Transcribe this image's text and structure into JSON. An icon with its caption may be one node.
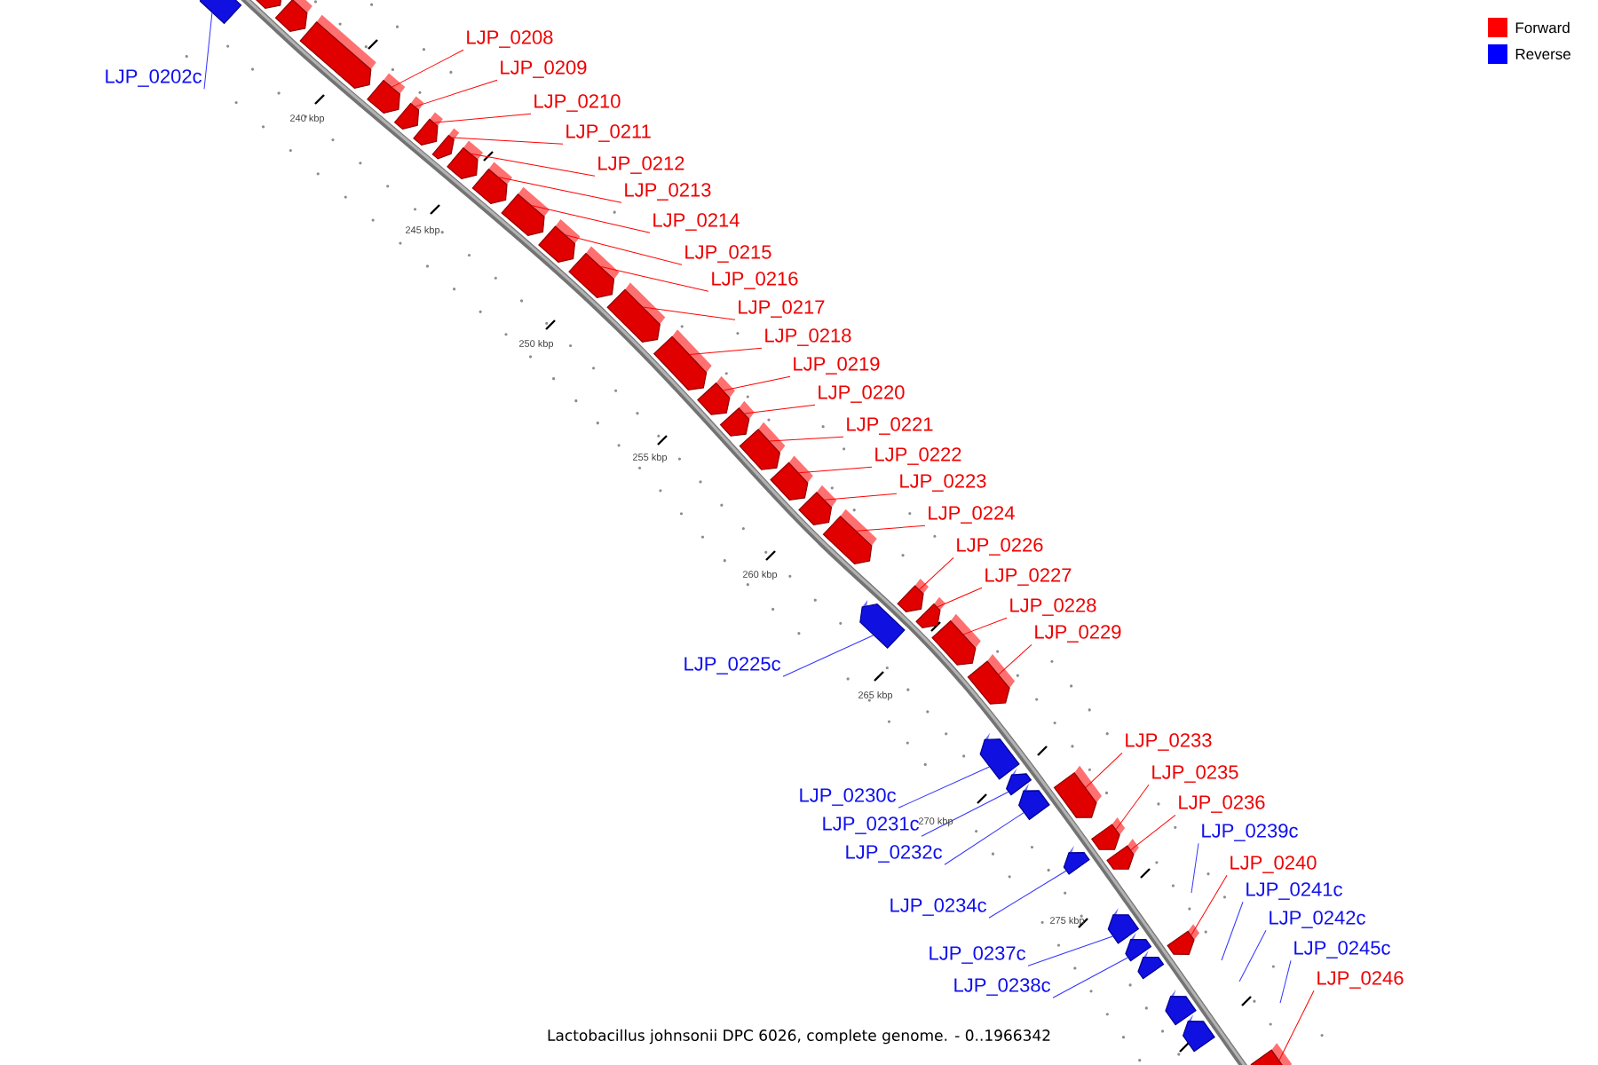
{
  "diagram": {
    "caption": "Lactobacillus johnsonii DPC 6026, complete genome. - 0..1966342",
    "nodes": [
      {
        "text": [
          "LJP_0208"
        ]
      },
      {
        "text": [
          "LJP_0209"
        ]
      },
      {
        "text": [
          "LJP_0202c"
        ]
      },
      {
        "text": [
          "LJP_0210"
        ]
      },
      {
        "text": [
          "LJP_0211"
        ]
      },
      {
        "text": [
          "LJP_0212"
        ]
      },
      {
        "text": [
          "LJP_0213"
        ]
      },
      {
        "text": [
          "LJP_0214"
        ]
      },
      {
        "text": [
          "LJP_0215"
        ]
      },
      {
        "text": [
          "LJP_0216"
        ]
      },
      {
        "text": [
          "LJP_0217"
        ]
      },
      {
        "text": [
          "LJP_0218"
        ]
      },
      {
        "text": [
          "LJP_0219"
        ]
      },
      {
        "text": [
          "LJP_0220"
        ]
      },
      {
        "text": [
          "LJP_0221"
        ]
      },
      {
        "text": [
          "LJP_0222"
        ]
      },
      {
        "text": [
          "LJP_0223"
        ]
      },
      {
        "text": [
          "LJP_0224"
        ]
      },
      {
        "text": [
          "LJP_0226"
        ]
      },
      {
        "text": [
          "LJP_0227"
        ]
      },
      {
        "text": [
          "LJP_0228"
        ]
      },
      {
        "text": [
          "LJP_0229"
        ]
      },
      {
        "text": [
          "LJP_0225c"
        ]
      },
      {
        "text": [
          "LJP_0233"
        ]
      },
      {
        "text": [
          "LJP_0235"
        ]
      },
      {
        "text": [
          "LJP_0230c"
        ]
      },
      {
        "text": [
          "LJP_0236"
        ]
      },
      {
        "text": [
          "LJP_0231c"
        ]
      },
      {
        "text": [
          "LJP_0239c"
        ]
      },
      {
        "text": [
          "LJP_0232c"
        ]
      },
      {
        "text": [
          "LJP_0240"
        ]
      },
      {
        "text": [
          "LJP_0241c"
        ]
      },
      {
        "text": [
          "LJP_0234c"
        ]
      },
      {
        "text": [
          "LJP_0242c"
        ]
      },
      {
        "text": [
          "LJP_0245c"
        ]
      },
      {
        "text": [
          "LJP_0237c"
        ]
      },
      {
        "text": [
          "LJP_0246"
        ]
      },
      {
        "text": [
          "LJP_0238c"
        ]
      },
      {
        "text": [],
        "shape": "box"
      },
      {
        "text": [],
        "shape": "box"
      },
      {
        "text": [],
        "shape": "box"
      },
      {
        "text": [],
        "shape": "box"
      },
      {
        "text": [],
        "shape": "box"
      },
      {
        "text": [],
        "shape": "box"
      },
      {
        "text": [],
        "shape": "box"
      },
      {
        "text": [],
        "shape": "box"
      },
      {
        "text": [],
        "shape": "box"
      },
      {
        "text": [],
        "shape": "box"
      },
      {
        "text": [],
        "shape": "box"
      },
      {
        "text": [],
        "shape": "box"
      },
      {
        "text": [],
        "shape": "box"
      },
      {
        "text": [],
        "shape": "box"
      },
      {
        "text": [],
        "shape": "box"
      },
      {
        "text": [],
        "shape": "box"
      },
      {
        "text": [],
        "shape": "box"
      },
      {
        "text": [],
        "shape": "box"
      },
      {
        "text": [],
        "shape": "box"
      },
      {
        "text": [],
        "shape": "box"
      },
      {
        "text": [],
        "shape": "box"
      },
      {
        "text": [],
        "shape": "box"
      },
      {
        "text": [],
        "shape": "box"
      },
      {
        "text": [],
        "shape": "box"
      },
      {
        "text": [],
        "shape": "box"
      },
      {
        "text": [],
        "shape": "box"
      },
      {
        "text": [],
        "shape": "box"
      },
      {
        "text": [],
        "shape": "box"
      },
      {
        "text": [],
        "shape": "box"
      },
      {
        "text": [],
        "shape": "box"
      },
      {
        "text": [],
        "shape": "box"
      },
      {
        "text": [],
        "shape": "box"
      },
      {
        "text": [],
        "shape": "box"
      },
      {
        "text": [],
        "shape": "box"
      },
      {
        "text": [],
        "shape": "box"
      },
      {
        "text": [],
        "shape": "box"
      },
      {
        "text": [],
        "shape": "box"
      },
      {
        "text": [],
        "shape": "box"
      },
      {
        "text": [],
        "shape": "box"
      },
      {
        "text": [],
        "shape": "box"
      }
    ],
    "edges": [
      {
        "from": 0,
        "to": 42,
        "arrow": "none"
      },
      {
        "from": 1,
        "to": 43,
        "arrow": "none"
      },
      {
        "from": 2,
        "to": 38,
        "arrow": "none",
        "color": "#3333ff"
      },
      {
        "from": 3,
        "to": 44,
        "arrow": "none"
      },
      {
        "from": 4,
        "to": 45,
        "arrow": "none"
      },
      {
        "from": 5,
        "to": 46,
        "arrow": "none"
      },
      {
        "from": 6,
        "to": 47,
        "arrow": "none"
      },
      {
        "from": 7,
        "to": 48,
        "arrow": "none"
      },
      {
        "from": 8,
        "to": 49,
        "arrow": "none"
      },
      {
        "from": 9,
        "to": 50,
        "arrow": "none"
      },
      {
        "from": 10,
        "to": 51,
        "arrow": "none"
      },
      {
        "from": 11,
        "to": 52,
        "arrow": "none"
      },
      {
        "from": 12,
        "to": 53,
        "arrow": "none"
      },
      {
        "from": 13,
        "to": 54,
        "arrow": "none"
      },
      {
        "from": 14,
        "to": 55,
        "arrow": "none"
      },
      {
        "from": 15,
        "to": 56,
        "arrow": "none"
      },
      {
        "from": 16,
        "to": 57,
        "arrow": "none"
      },
      {
        "from": 17,
        "to": 58,
        "arrow": "none"
      },
      {
        "from": 18,
        "to": 60,
        "arrow": "none"
      },
      {
        "from": 19,
        "to": 61,
        "arrow": "none"
      },
      {
        "from": 20,
        "to": 62,
        "arrow": "none"
      },
      {
        "from": 21,
        "to": 63,
        "arrow": "none"
      },
      {
        "from": 22,
        "to": 59,
        "arrow": "none",
        "color": "#3333ff"
      },
      {
        "from": 23,
        "to": 67,
        "arrow": "none"
      },
      {
        "from": 24,
        "to": 69,
        "arrow": "none"
      },
      {
        "from": 25,
        "to": 64,
        "arrow": "none",
        "color": "#3333ff"
      },
      {
        "from": 26,
        "to": 70,
        "arrow": "none"
      },
      {
        "from": 27,
        "to": 65,
        "arrow": "none",
        "color": "#3333ff"
      },
      {
        "from": 28,
        "to": null,
        "arrow": "none",
        "color": "#3333ff"
      },
      {
        "from": 29,
        "to": 66,
        "arrow": "none",
        "color": "#3333ff"
      },
      {
        "from": 30,
        "to": 74,
        "arrow": "none"
      },
      {
        "from": 31,
        "to": null,
        "arrow": "none",
        "color": "#3333ff"
      },
      {
        "from": 32,
        "to": 68,
        "arrow": "none",
        "color": "#3333ff"
      },
      {
        "from": 33,
        "to": null,
        "arrow": "none",
        "color": "#3333ff"
      },
      {
        "from": 34,
        "to": null,
        "arrow": "none",
        "color": "#3333ff"
      },
      {
        "from": 35,
        "to": 71,
        "arrow": "none",
        "color": "#3333ff"
      },
      {
        "from": 36,
        "to": 77,
        "arrow": "none"
      },
      {
        "from": 37,
        "to": 72,
        "arrow": "none",
        "color": "#3333ff"
      }
    ],
    "labels": [
      "240 kbp",
      "245 kbp",
      "250 kbp",
      "255 kbp",
      "260 kbp",
      "265 kbp",
      "270 kbp",
      "275 kbp"
    ],
    "legend": [
      {
        "text": "Forward",
        "color": "#ff0000"
      },
      {
        "text": "Reverse",
        "color": "#0000ff"
      }
    ]
  }
}
